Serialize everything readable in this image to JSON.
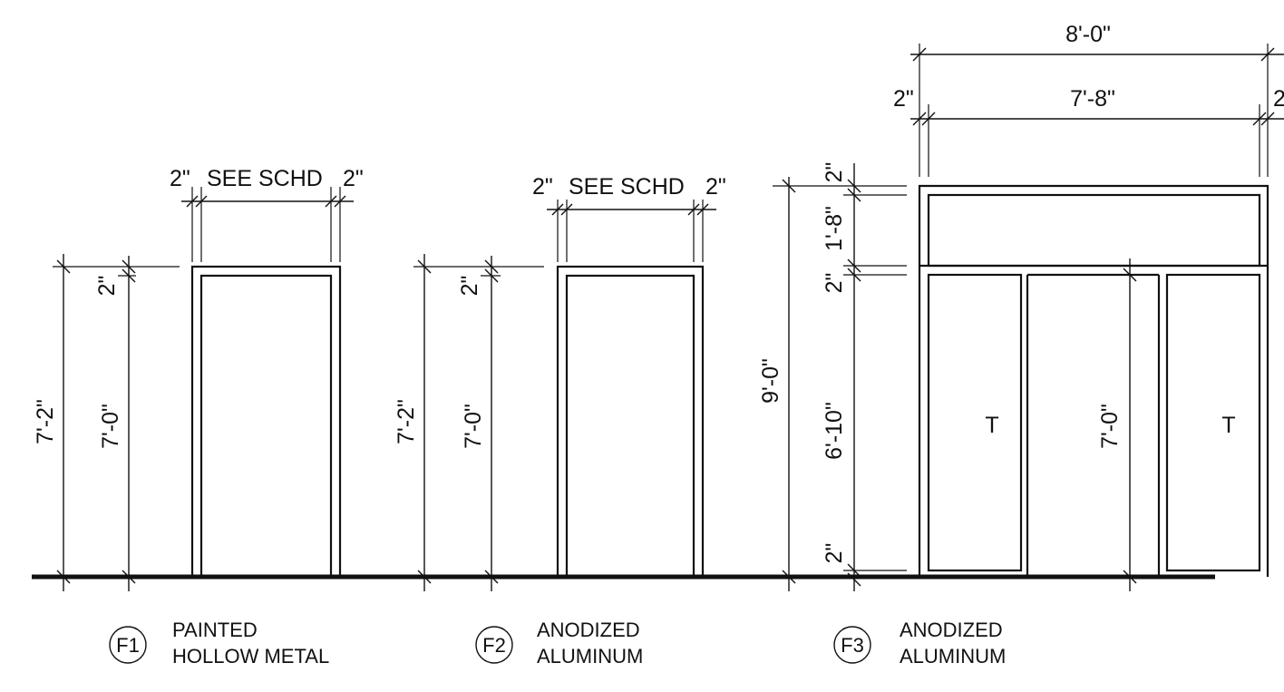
{
  "frames": [
    {
      "tag": "F1",
      "caption_line1": "PAINTED",
      "caption_line2": "HOLLOW METAL",
      "dims": {
        "left_jamb": "2\"",
        "opening_width": "SEE SCHD",
        "right_jamb": "2\"",
        "overall_height": "7'-2\"",
        "opening_height": "7'-0\"",
        "head": "2\""
      }
    },
    {
      "tag": "F2",
      "caption_line1": "ANODIZED",
      "caption_line2": "ALUMINUM",
      "dims": {
        "left_jamb": "2\"",
        "opening_width": "SEE SCHD",
        "right_jamb": "2\"",
        "overall_height": "7'-2\"",
        "opening_height": "7'-0\"",
        "head": "2\""
      }
    },
    {
      "tag": "F3",
      "caption_line1": "ANODIZED",
      "caption_line2": "ALUMINUM",
      "dims": {
        "overall_width": "8'-0\"",
        "inner_width": "7'-8\"",
        "left_jamb": "2\"",
        "right_jamb": "2",
        "top_frame": "2\"",
        "transom": "1'-8\"",
        "transom_bar": "2\"",
        "lower_opening": "6'-10\"",
        "sill": "2\"",
        "overall_height": "9'-0\"",
        "door_height": "7'-0\"",
        "glazing_left": "T",
        "glazing_right": "T"
      }
    }
  ]
}
